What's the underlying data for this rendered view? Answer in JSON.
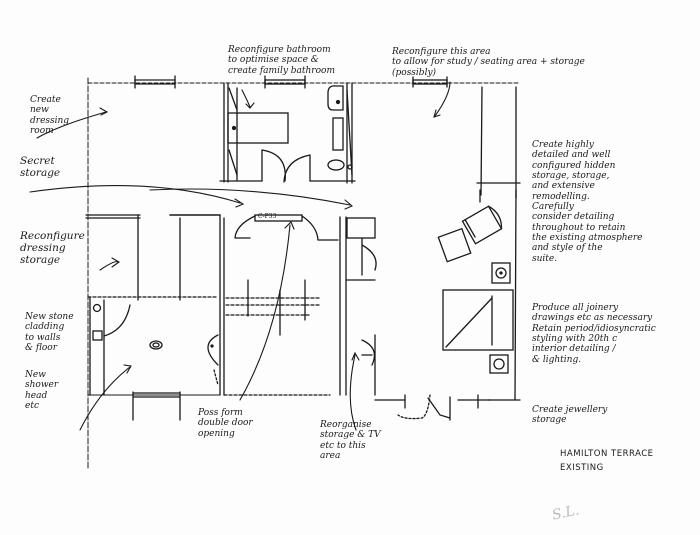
{
  "drawing": {
    "title_line1": "HAMILTON TERRACE",
    "title_line2": "EXISTING",
    "signature": "S.L."
  },
  "annotations": {
    "dressing_room": "Create\nnew\ndressing room",
    "secret_storage": "Secret\nstorage",
    "bathroom": "Reconfigure bathroom\nto optimise space &\ncreate family bathroom",
    "study_area": "Reconfigure this area\nto allow for study / seating area + storage\n(possibly)",
    "dressing_storage": "Reconfigure\ndressing\nstorage",
    "stone_cladding": "New stone\ncladding\nto walls\n& floor",
    "shower_head": "New\nshower\nhead\netc",
    "double_door": "Poss form\ndouble door\nopening",
    "tv_storage": "Reorganise\nstorage & TV\netc to this\narea",
    "hidden_storage": "Create highly\ndetailed and well\nconfigured hidden\nstorage, storage,\nand extensive\nremodelling.\nCarefully\nconsider detailing\nthroughout to retain\nthe existing atmosphere\nand style of the\nsuite.",
    "joinery": "Produce all joinery\ndrawings etc as necessary\nRetain period/idiosyncratic\nstyling with 20th c\ninterior detailing /\n& lighting.",
    "jewellery": "Create jewellery\nstorage"
  },
  "plan_labels": {
    "cupboard_label": "C-P33"
  },
  "colors": {
    "ink": "#1a1a1a",
    "paper": "#fdfdfd",
    "faint": "#9a9a9a"
  }
}
